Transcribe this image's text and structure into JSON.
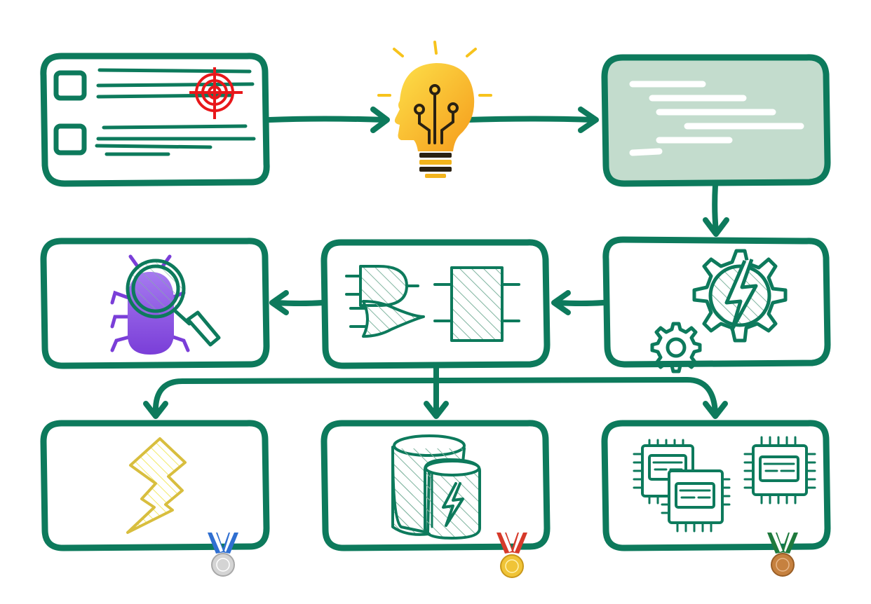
{
  "colors": {
    "stroke": "#0d7a5c",
    "panel_fill": "#c3dccd",
    "hatch": "#6aa890",
    "target": "#e8171a",
    "bulb_yellow": "#f7c31c",
    "bulb_orange": "#f59b1b",
    "bug_purple": "#8a4fe0",
    "bolt_yellow": "#e8d24a",
    "medal_gold": "#e6b422",
    "medal_silver": "#c8c8c8",
    "medal_bronze": "#c6813f"
  },
  "nodes": [
    {
      "id": "task-list",
      "icon": "checklist-target-icon"
    },
    {
      "id": "idea",
      "icon": "lightbulb-head-icon"
    },
    {
      "id": "code-spec",
      "icon": "text-lines-panel"
    },
    {
      "id": "generate",
      "icon": "gears-lightning-icon"
    },
    {
      "id": "logic-circuit",
      "icon": "logic-gates-icon"
    },
    {
      "id": "debug",
      "icon": "bug-magnifier-icon"
    },
    {
      "id": "power",
      "icon": "lightning-bolt-icon",
      "medal": "silver-medal-icon"
    },
    {
      "id": "battery",
      "icon": "battery-cells-icon",
      "medal": "gold-medal-icon"
    },
    {
      "id": "chips",
      "icon": "processor-chips-icon",
      "medal": "bronze-medal-icon"
    }
  ]
}
